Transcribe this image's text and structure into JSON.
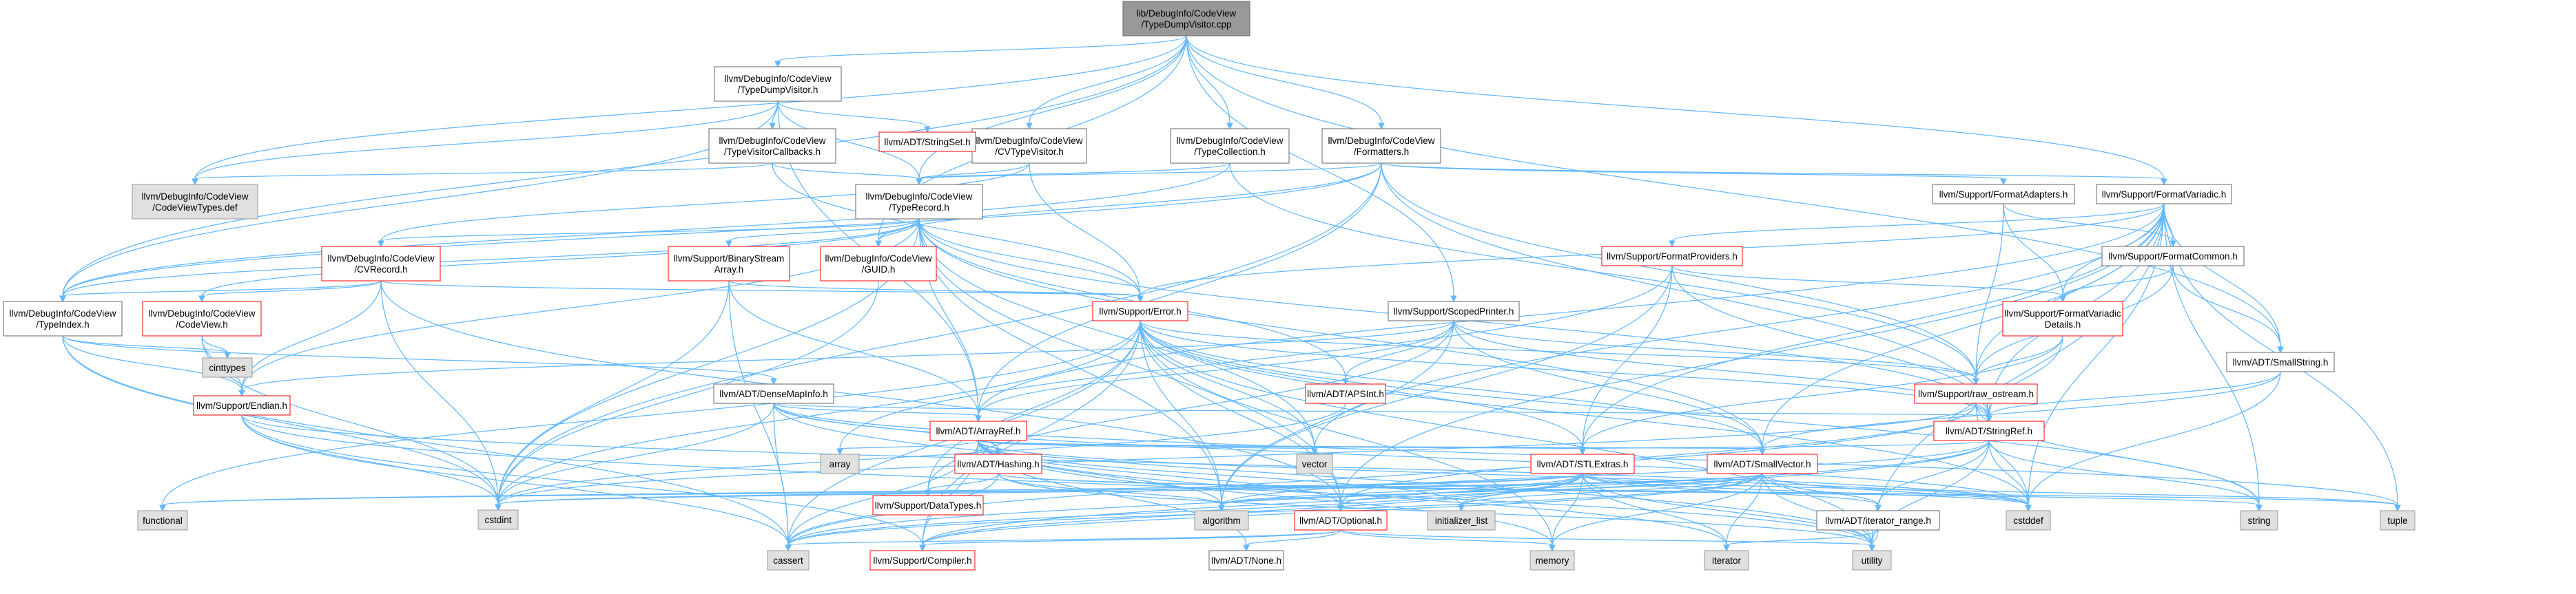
{
  "graph": {
    "edge_color": "#63b8ff",
    "nodes": [
      {
        "id": "root",
        "lines": [
          "lib/DebugInfo/CodeView",
          "/TypeDumpVisitor.cpp"
        ],
        "style": "root"
      },
      {
        "id": "tdv",
        "lines": [
          "llvm/DebugInfo/CodeView",
          "/TypeDumpVisitor.h"
        ],
        "style": "normal"
      },
      {
        "id": "cvtv",
        "lines": [
          "llvm/DebugInfo/CodeView",
          "/CVTypeVisitor.h"
        ],
        "style": "normal"
      },
      {
        "id": "tcoll",
        "lines": [
          "llvm/DebugInfo/CodeView",
          "/TypeCollection.h"
        ],
        "style": "normal"
      },
      {
        "id": "fmts",
        "lines": [
          "llvm/DebugInfo/CodeView",
          "/Formatters.h"
        ],
        "style": "normal"
      },
      {
        "id": "tvc",
        "lines": [
          "llvm/DebugInfo/CodeView",
          "/TypeVisitorCallbacks.h"
        ],
        "style": "normal"
      },
      {
        "id": "strset",
        "lines": [
          "llvm/ADT/StringSet.h"
        ],
        "style": "red"
      },
      {
        "id": "cvtdef",
        "lines": [
          "llvm/DebugInfo/CodeView",
          "/CodeViewTypes.def"
        ],
        "style": "gray"
      },
      {
        "id": "trec",
        "lines": [
          "llvm/DebugInfo/CodeView",
          "/TypeRecord.h"
        ],
        "style": "normal"
      },
      {
        "id": "fadapt",
        "lines": [
          "llvm/Support/FormatAdapters.h"
        ],
        "style": "normal"
      },
      {
        "id": "fvar",
        "lines": [
          "llvm/Support/FormatVariadic.h"
        ],
        "style": "normal"
      },
      {
        "id": "cvrec",
        "lines": [
          "llvm/DebugInfo/CodeView",
          "/CVRecord.h"
        ],
        "style": "red"
      },
      {
        "id": "bsa",
        "lines": [
          "llvm/Support/BinaryStream",
          "Array.h"
        ],
        "style": "red"
      },
      {
        "id": "guid",
        "lines": [
          "llvm/DebugInfo/CodeView",
          "/GUID.h"
        ],
        "style": "red"
      },
      {
        "id": "fprov",
        "lines": [
          "llvm/Support/FormatProviders.h"
        ],
        "style": "red"
      },
      {
        "id": "fcommon",
        "lines": [
          "llvm/Support/FormatCommon.h"
        ],
        "style": "normal"
      },
      {
        "id": "codeview",
        "lines": [
          "llvm/DebugInfo/CodeView",
          "/CodeView.h"
        ],
        "style": "red"
      },
      {
        "id": "tindex",
        "lines": [
          "llvm/DebugInfo/CodeView",
          "/TypeIndex.h"
        ],
        "style": "normal"
      },
      {
        "id": "error",
        "lines": [
          "llvm/Support/Error.h"
        ],
        "style": "red"
      },
      {
        "id": "sprinter",
        "lines": [
          "llvm/Support/ScopedPrinter.h"
        ],
        "style": "normal"
      },
      {
        "id": "fvdetails",
        "lines": [
          "llvm/Support/FormatVariadic",
          "Details.h"
        ],
        "style": "red"
      },
      {
        "id": "smallstr",
        "lines": [
          "llvm/ADT/SmallString.h"
        ],
        "style": "normal"
      },
      {
        "id": "cinttypes",
        "lines": [
          "cinttypes"
        ],
        "style": "gray"
      },
      {
        "id": "endian",
        "lines": [
          "llvm/Support/Endian.h"
        ],
        "style": "red"
      },
      {
        "id": "densemap",
        "lines": [
          "llvm/ADT/DenseMapInfo.h"
        ],
        "style": "normal"
      },
      {
        "id": "apsint",
        "lines": [
          "llvm/ADT/APSInt.h"
        ],
        "style": "red"
      },
      {
        "id": "rawos",
        "lines": [
          "llvm/Support/raw_ostream.h"
        ],
        "style": "red"
      },
      {
        "id": "arrayref",
        "lines": [
          "llvm/ADT/ArrayRef.h"
        ],
        "style": "red"
      },
      {
        "id": "stringref",
        "lines": [
          "llvm/ADT/StringRef.h"
        ],
        "style": "red"
      },
      {
        "id": "array",
        "lines": [
          "array"
        ],
        "style": "gray"
      },
      {
        "id": "vector",
        "lines": [
          "vector"
        ],
        "style": "gray"
      },
      {
        "id": "hashing",
        "lines": [
          "llvm/ADT/Hashing.h"
        ],
        "style": "red"
      },
      {
        "id": "stlextras",
        "lines": [
          "llvm/ADT/STLExtras.h"
        ],
        "style": "red"
      },
      {
        "id": "smallvec",
        "lines": [
          "llvm/ADT/SmallVector.h"
        ],
        "style": "red"
      },
      {
        "id": "functional",
        "lines": [
          "functional"
        ],
        "style": "gray"
      },
      {
        "id": "cstdint",
        "lines": [
          "cstdint"
        ],
        "style": "gray"
      },
      {
        "id": "datatypes",
        "lines": [
          "llvm/Support/DataTypes.h"
        ],
        "style": "red"
      },
      {
        "id": "algorithm",
        "lines": [
          "algorithm"
        ],
        "style": "gray"
      },
      {
        "id": "optional",
        "lines": [
          "llvm/ADT/Optional.h"
        ],
        "style": "red"
      },
      {
        "id": "initlist",
        "lines": [
          "initializer_list"
        ],
        "style": "gray"
      },
      {
        "id": "iterrange",
        "lines": [
          "llvm/ADT/iterator_range.h"
        ],
        "style": "normal"
      },
      {
        "id": "cstddef",
        "lines": [
          "cstddef"
        ],
        "style": "gray"
      },
      {
        "id": "string",
        "lines": [
          "string"
        ],
        "style": "gray"
      },
      {
        "id": "tuple",
        "lines": [
          "tuple"
        ],
        "style": "gray"
      },
      {
        "id": "cassert",
        "lines": [
          "cassert"
        ],
        "style": "gray"
      },
      {
        "id": "compiler",
        "lines": [
          "llvm/Support/Compiler.h"
        ],
        "style": "red"
      },
      {
        "id": "none",
        "lines": [
          "llvm/ADT/None.h"
        ],
        "style": "normal"
      },
      {
        "id": "memory",
        "lines": [
          "memory"
        ],
        "style": "gray"
      },
      {
        "id": "iterator",
        "lines": [
          "iterator"
        ],
        "style": "gray"
      },
      {
        "id": "utility",
        "lines": [
          "utility"
        ],
        "style": "gray"
      }
    ],
    "edges": [
      [
        "root",
        "tdv"
      ],
      [
        "root",
        "cvtv"
      ],
      [
        "root",
        "tcoll"
      ],
      [
        "root",
        "fmts"
      ],
      [
        "root",
        "fvar"
      ],
      [
        "root",
        "sprinter"
      ],
      [
        "root",
        "tindex"
      ],
      [
        "root",
        "cvtdef"
      ],
      [
        "root",
        "trec"
      ],
      [
        "root",
        "smallstr"
      ],
      [
        "root",
        "guid"
      ],
      [
        "tdv",
        "tvc"
      ],
      [
        "tdv",
        "strset"
      ],
      [
        "tdv",
        "cvtdef"
      ],
      [
        "tdv",
        "trec"
      ],
      [
        "tdv",
        "tindex"
      ],
      [
        "tdv",
        "arrayref"
      ],
      [
        "cvtv",
        "trec"
      ],
      [
        "cvtv",
        "cvrec"
      ],
      [
        "cvtv",
        "error"
      ],
      [
        "tcoll",
        "trec"
      ],
      [
        "tcoll",
        "tindex"
      ],
      [
        "tcoll",
        "rawos"
      ],
      [
        "fmts",
        "trec"
      ],
      [
        "fmts",
        "fadapt"
      ],
      [
        "fmts",
        "fvar"
      ],
      [
        "fmts",
        "guid"
      ],
      [
        "fmts",
        "tindex"
      ],
      [
        "fmts",
        "arrayref"
      ],
      [
        "fmts",
        "rawos"
      ],
      [
        "fmts",
        "stringref"
      ],
      [
        "fmts",
        "cstdint"
      ],
      [
        "tvc",
        "cvtdef"
      ],
      [
        "tvc",
        "trec"
      ],
      [
        "tvc",
        "error"
      ],
      [
        "trec",
        "cvrec"
      ],
      [
        "trec",
        "bsa"
      ],
      [
        "trec",
        "guid"
      ],
      [
        "trec",
        "codeview"
      ],
      [
        "trec",
        "tindex"
      ],
      [
        "trec",
        "endian"
      ],
      [
        "trec",
        "apsint"
      ],
      [
        "trec",
        "arrayref"
      ],
      [
        "trec",
        "stringref"
      ],
      [
        "trec",
        "optional"
      ],
      [
        "trec",
        "smallvec"
      ],
      [
        "trec",
        "cstdint"
      ],
      [
        "trec",
        "vector"
      ],
      [
        "trec",
        "error"
      ],
      [
        "trec",
        "algorithm"
      ],
      [
        "fadapt",
        "fvdetails"
      ],
      [
        "fadapt",
        "fcommon"
      ],
      [
        "fadapt",
        "rawos"
      ],
      [
        "fvar",
        "fprov"
      ],
      [
        "fvar",
        "fcommon"
      ],
      [
        "fvar",
        "fvdetails"
      ],
      [
        "fvar",
        "smallstr"
      ],
      [
        "fvar",
        "arrayref"
      ],
      [
        "fvar",
        "stringref"
      ],
      [
        "fvar",
        "stlextras"
      ],
      [
        "fvar",
        "smallvec"
      ],
      [
        "fvar",
        "optional"
      ],
      [
        "fvar",
        "error"
      ],
      [
        "fvar",
        "rawos"
      ],
      [
        "fvar",
        "cstddef"
      ],
      [
        "fvar",
        "string"
      ],
      [
        "fvar",
        "tuple"
      ],
      [
        "fvar",
        "utility"
      ],
      [
        "fvar",
        "vector"
      ],
      [
        "cvrec",
        "tindex"
      ],
      [
        "cvrec",
        "codeview"
      ],
      [
        "cvrec",
        "endian"
      ],
      [
        "cvrec",
        "error"
      ],
      [
        "cvrec",
        "optional"
      ],
      [
        "cvrec",
        "cstdint"
      ],
      [
        "bsa",
        "error"
      ],
      [
        "bsa",
        "arrayref"
      ],
      [
        "bsa",
        "cassert"
      ],
      [
        "bsa",
        "cstdint"
      ],
      [
        "guid",
        "cstdint"
      ],
      [
        "fprov",
        "fvdetails"
      ],
      [
        "fprov",
        "stlextras"
      ],
      [
        "fprov",
        "stringref"
      ],
      [
        "fprov",
        "array"
      ],
      [
        "fprov",
        "algorithm"
      ],
      [
        "fcommon",
        "fvdetails"
      ],
      [
        "fcommon",
        "smallstr"
      ],
      [
        "fcommon",
        "rawos"
      ],
      [
        "codeview",
        "endian"
      ],
      [
        "codeview",
        "cinttypes"
      ],
      [
        "codeview",
        "cstdint"
      ],
      [
        "tindex",
        "endian"
      ],
      [
        "tindex",
        "cinttypes"
      ],
      [
        "tindex",
        "densemap"
      ],
      [
        "tindex",
        "cassert"
      ],
      [
        "tindex",
        "cstdint"
      ],
      [
        "error",
        "compiler"
      ],
      [
        "error",
        "rawos"
      ],
      [
        "error",
        "stringref"
      ],
      [
        "error",
        "smallvec"
      ],
      [
        "error",
        "stlextras"
      ],
      [
        "error",
        "functional"
      ],
      [
        "error",
        "cassert"
      ],
      [
        "error",
        "cstdint"
      ],
      [
        "error",
        "memory"
      ],
      [
        "error",
        "string"
      ],
      [
        "error",
        "algorithm"
      ],
      [
        "error",
        "vector"
      ],
      [
        "error",
        "utility"
      ],
      [
        "error",
        "optional"
      ],
      [
        "error",
        "datatypes"
      ],
      [
        "error",
        "cstddef"
      ],
      [
        "sprinter",
        "apsint"
      ],
      [
        "sprinter",
        "arrayref"
      ],
      [
        "sprinter",
        "stringref"
      ],
      [
        "sprinter",
        "smallvec"
      ],
      [
        "sprinter",
        "endian"
      ],
      [
        "sprinter",
        "rawos"
      ],
      [
        "sprinter",
        "algorithm"
      ],
      [
        "sprinter",
        "datatypes"
      ],
      [
        "fvdetails",
        "rawos"
      ],
      [
        "fvdetails",
        "stringref"
      ],
      [
        "fvdetails",
        "stlextras"
      ],
      [
        "smallstr",
        "smallvec"
      ],
      [
        "smallstr",
        "stringref"
      ],
      [
        "smallstr",
        "cstddef"
      ],
      [
        "endian",
        "compiler"
      ],
      [
        "endian",
        "cassert"
      ],
      [
        "endian",
        "cstddef"
      ],
      [
        "endian",
        "cstdint"
      ],
      [
        "endian",
        "utility"
      ],
      [
        "densemap",
        "hashing"
      ],
      [
        "densemap",
        "cassert"
      ],
      [
        "densemap",
        "cstddef"
      ],
      [
        "densemap",
        "cstdint"
      ],
      [
        "densemap",
        "tuple"
      ],
      [
        "densemap",
        "utility"
      ],
      [
        "densemap",
        "arrayref"
      ],
      [
        "densemap",
        "stringref"
      ],
      [
        "apsint",
        "cstdint"
      ],
      [
        "rawos",
        "stringref"
      ],
      [
        "rawos",
        "cassert"
      ],
      [
        "rawos",
        "cstddef"
      ],
      [
        "rawos",
        "cstdint"
      ],
      [
        "rawos",
        "string"
      ],
      [
        "rawos",
        "optional"
      ],
      [
        "arrayref",
        "hashing"
      ],
      [
        "arrayref",
        "none"
      ],
      [
        "arrayref",
        "smallvec"
      ],
      [
        "arrayref",
        "stlextras"
      ],
      [
        "arrayref",
        "compiler"
      ],
      [
        "arrayref",
        "algorithm"
      ],
      [
        "arrayref",
        "array"
      ],
      [
        "arrayref",
        "cassert"
      ],
      [
        "arrayref",
        "cstddef"
      ],
      [
        "arrayref",
        "initlist"
      ],
      [
        "arrayref",
        "iterator"
      ],
      [
        "arrayref",
        "memory"
      ],
      [
        "arrayref",
        "vector"
      ],
      [
        "arrayref",
        "optional"
      ],
      [
        "stringref",
        "stlextras"
      ],
      [
        "stringref",
        "iterrange"
      ],
      [
        "stringref",
        "compiler"
      ],
      [
        "stringref",
        "algorithm"
      ],
      [
        "stringref",
        "cassert"
      ],
      [
        "stringref",
        "cstddef"
      ],
      [
        "stringref",
        "string"
      ],
      [
        "stringref",
        "utility"
      ],
      [
        "hashing",
        "datatypes"
      ],
      [
        "hashing",
        "algorithm"
      ],
      [
        "hashing",
        "cassert"
      ],
      [
        "hashing",
        "cstring_none"
      ],
      [
        "hashing",
        "string"
      ],
      [
        "hashing",
        "tuple"
      ],
      [
        "hashing",
        "utility"
      ],
      [
        "stlextras",
        "optional"
      ],
      [
        "stlextras",
        "iterrange"
      ],
      [
        "stlextras",
        "compiler"
      ],
      [
        "stlextras",
        "algorithm"
      ],
      [
        "stlextras",
        "cassert"
      ],
      [
        "stlextras",
        "cstddef"
      ],
      [
        "stlextras",
        "cstdint"
      ],
      [
        "stlextras",
        "functional"
      ],
      [
        "stlextras",
        "initlist"
      ],
      [
        "stlextras",
        "iterator"
      ],
      [
        "stlextras",
        "memory"
      ],
      [
        "stlextras",
        "tuple"
      ],
      [
        "stlextras",
        "utility"
      ],
      [
        "smallvec",
        "compiler"
      ],
      [
        "smallvec",
        "algorithm"
      ],
      [
        "smallvec",
        "cassert"
      ],
      [
        "smallvec",
        "cstddef"
      ],
      [
        "smallvec",
        "cstdint"
      ],
      [
        "smallvec",
        "functional"
      ],
      [
        "smallvec",
        "initlist"
      ],
      [
        "smallvec",
        "iterator"
      ],
      [
        "smallvec",
        "memory"
      ],
      [
        "smallvec",
        "utility"
      ],
      [
        "smallvec",
        "iterrange"
      ],
      [
        "optional",
        "none"
      ],
      [
        "optional",
        "compiler"
      ],
      [
        "optional",
        "cassert"
      ],
      [
        "optional",
        "memory"
      ],
      [
        "optional",
        "utility"
      ],
      [
        "iterrange",
        "iterator"
      ],
      [
        "iterrange",
        "utility"
      ]
    ]
  }
}
